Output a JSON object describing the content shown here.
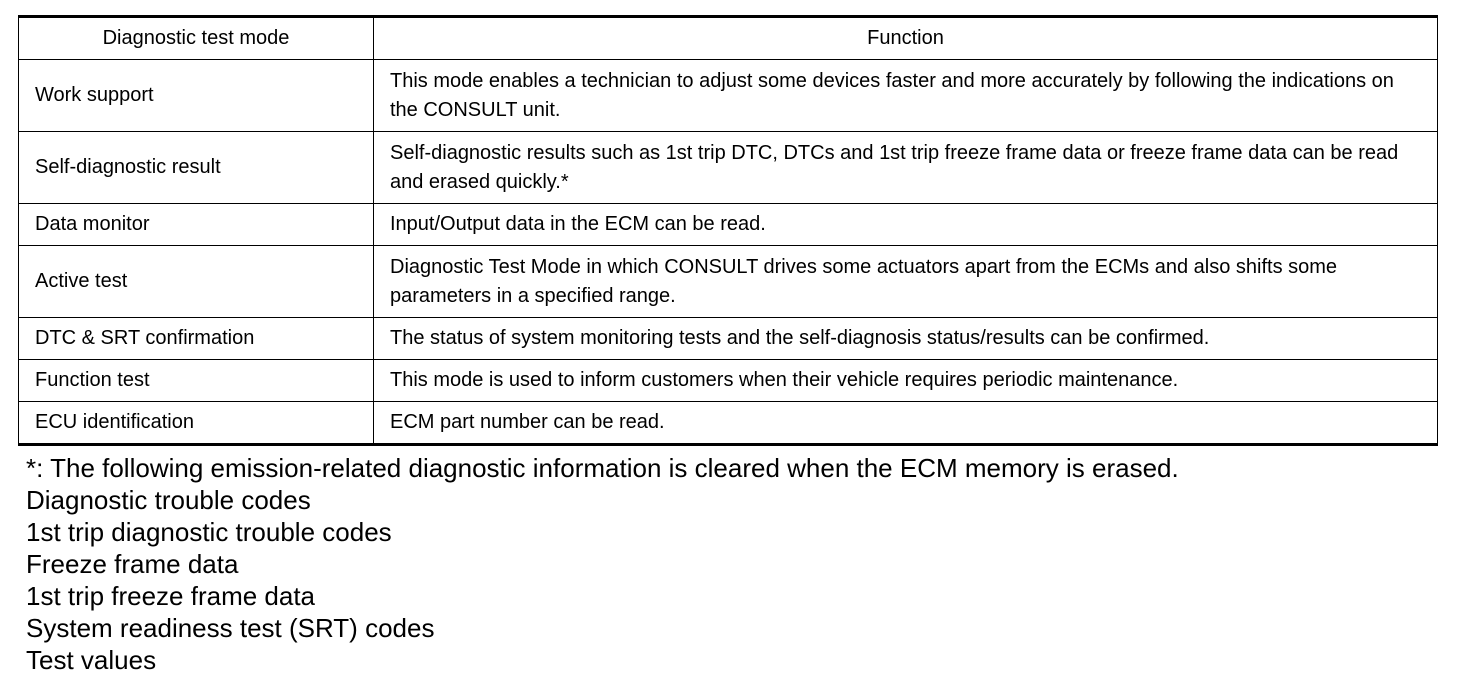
{
  "table": {
    "headers": [
      "Diagnostic test mode",
      "Function"
    ],
    "rows": [
      {
        "mode": "Work support",
        "function": "This mode enables a technician to adjust some devices faster and more accurately by following the indications on the CONSULT unit."
      },
      {
        "mode": "Self-diagnostic result",
        "function": "Self-diagnostic results such as 1st trip DTC, DTCs and 1st trip freeze frame data or freeze frame data can be read and erased quickly.*"
      },
      {
        "mode": "Data monitor",
        "function": "Input/Output data in the ECM can be read."
      },
      {
        "mode": "Active test",
        "function": "Diagnostic Test Mode in which CONSULT drives some actuators apart from the ECMs and also shifts some parameters in a specified range."
      },
      {
        "mode": "DTC & SRT confirmation",
        "function": "The status of system monitoring tests and the self-diagnosis status/results can be confirmed."
      },
      {
        "mode": "Function test",
        "function": "This mode is used to inform customers when their vehicle requires periodic maintenance."
      },
      {
        "mode": "ECU identification",
        "function": "ECM part number can be read."
      }
    ]
  },
  "footnote": {
    "intro": "*: The following emission-related diagnostic information is cleared when the ECM memory is erased.",
    "items": [
      "Diagnostic trouble codes",
      "1st trip diagnostic trouble codes",
      "Freeze frame data",
      "1st trip freeze frame data",
      "System readiness test (SRT) codes",
      "Test values"
    ]
  }
}
